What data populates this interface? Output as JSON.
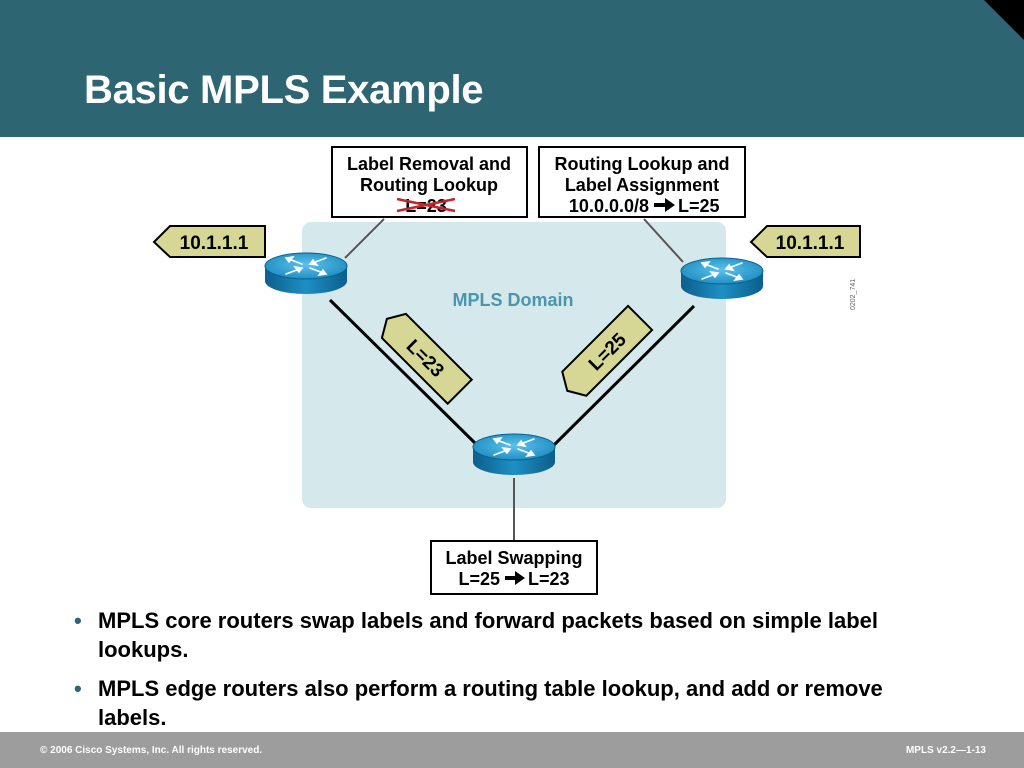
{
  "slide": {
    "title": "Basic MPLS Example"
  },
  "diagram": {
    "domain_label": "MPLS Domain",
    "figure_id": "0202_741",
    "callouts": {
      "removal": {
        "line1": "Label Removal and",
        "line2": "Routing Lookup",
        "struck_label": "L=23"
      },
      "assignment": {
        "line1": "Routing Lookup and",
        "line2": "Label Assignment",
        "prefix": "10.0.0.0/8",
        "label": "L=25"
      },
      "swapping": {
        "line1": "Label Swapping",
        "in_label": "L=25",
        "out_label": "L=23"
      }
    },
    "packet_tags": {
      "left": "10.1.1.1",
      "right": "10.1.1.1"
    },
    "link_labels": {
      "left": "L=23",
      "right": "L=25"
    },
    "colors": {
      "domain_fill": "#d5e9ec",
      "tag_fill": "#d6d795",
      "router_blue": "#1e8fc4",
      "strike_red": "#c0262c"
    }
  },
  "bullets": [
    "MPLS core routers swap labels and forward packets based on simple label lookups.",
    "MPLS edge routers also perform a routing table lookup, and add or remove labels."
  ],
  "footer": {
    "copyright": "© 2006 Cisco Systems, Inc. All rights reserved.",
    "course": "MPLS v2.2—1-13"
  }
}
